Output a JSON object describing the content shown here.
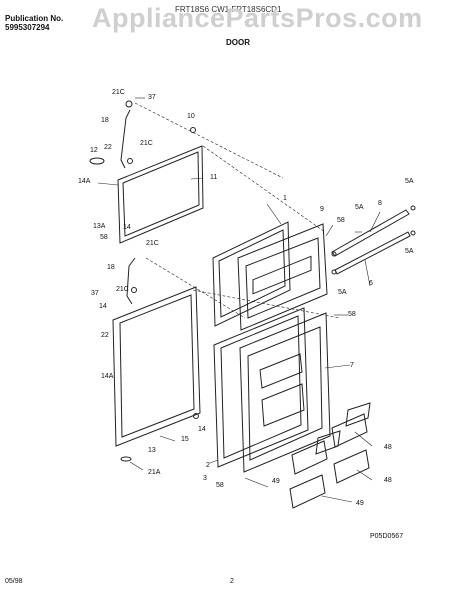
{
  "header": {
    "publication_label": "Publication No.",
    "publication_number": "5995307294",
    "model_line": "FRT18S6 CW1 FRT18S6CD1",
    "watermark": "AppliancePartsPros.com",
    "section_title": "DOOR"
  },
  "footer": {
    "date": "05/98",
    "page": "2",
    "figure_code": "P05D0567"
  },
  "callouts": [
    "1",
    "2",
    "3",
    "5A",
    "5A",
    "5A",
    "5A",
    "6",
    "7",
    "8",
    "9",
    "10",
    "11",
    "12",
    "13",
    "13A",
    "14",
    "14",
    "14",
    "14A",
    "14A",
    "15",
    "18",
    "18",
    "21A",
    "21C",
    "21C",
    "21C",
    "21C",
    "22",
    "22",
    "37",
    "37",
    "48",
    "48",
    "49",
    "49",
    "58",
    "58",
    "58",
    "58"
  ]
}
